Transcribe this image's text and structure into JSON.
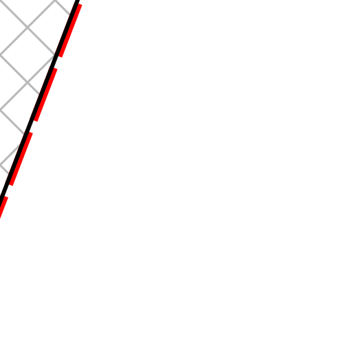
{
  "map": {
    "background_color": "#ffffff",
    "features": {
      "grid_lines": {
        "kind": "diagonal grid",
        "color": "#b8b8b8"
      },
      "boundary_line": {
        "kind": "solid line",
        "color": "#000000"
      },
      "boundary_dashes": {
        "kind": "dashed overlay",
        "color": "#ff0000"
      }
    }
  }
}
